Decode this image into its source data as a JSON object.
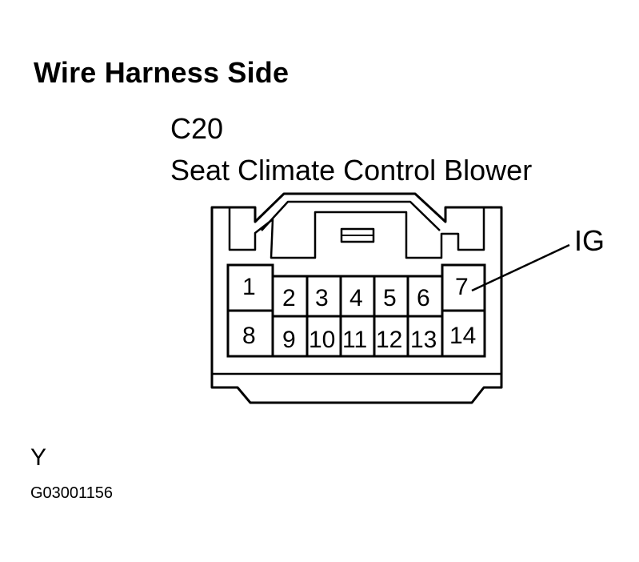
{
  "title": "Wire Harness Side",
  "connector": {
    "code": "C20",
    "name": "Seat Climate Control Blower"
  },
  "callout": {
    "label": "IG",
    "pin": "7"
  },
  "pins": {
    "top_row": [
      "1",
      "2",
      "3",
      "4",
      "5",
      "6",
      "7"
    ],
    "bottom_row": [
      "8",
      "9",
      "10",
      "11",
      "12",
      "13",
      "14"
    ]
  },
  "wire_color": "Y",
  "figure_id": "G03001156"
}
